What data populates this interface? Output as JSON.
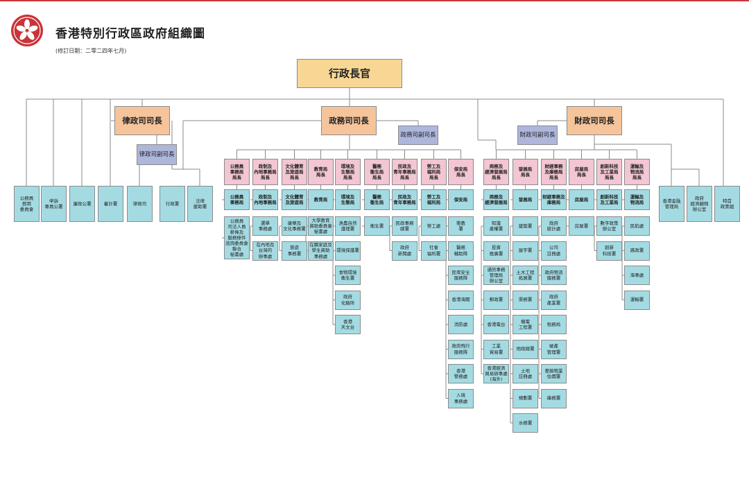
{
  "header": {
    "title": "香港特別行政區政府組織圖",
    "subtitle": "(修訂日期：二零二四年七月)"
  },
  "emblem": {
    "name": "hksar-regional-emblem",
    "color": "#c9343a"
  },
  "colors": {
    "ceo": "#f8d694",
    "secretary": "#f6c49a",
    "deputy": "#aeb6dc",
    "bureau": "#f2c6d3",
    "department": "#a4dbe3",
    "line": "#8a8a8a",
    "accent": "#c9343a"
  },
  "chart": {
    "ceo": "行政長官",
    "secretaries": {
      "sj": "律政司司長",
      "cs": "政務司司長",
      "fs": "財政司司長",
      "dsj": "律政司副司長",
      "dcs": "政務司副司長",
      "dfs": "財政司副司長"
    },
    "ceo_direct": {
      "left": [
        "公務員\n敘用\n委員會",
        "申訴\n專員公署",
        "廉政公署",
        "審計署"
      ],
      "right": [
        "香港金融\n管理局",
        "政府\n經濟顧問\n辦公室",
        "特首\n政策組"
      ]
    },
    "sj_depts": [
      "律政司",
      "行政署",
      "法律\n援助署"
    ],
    "bureaus": [
      "公務員\n事務局\n局長",
      "政制及\n內地事務局\n局長",
      "文化體育\n及旅遊局\n局長",
      "教育局\n局長",
      "環境及\n生態局\n局長",
      "醫務\n衞生局\n局長",
      "民政及\n青年事務局\n局長",
      "勞工及\n福利局\n局長",
      "保安局\n局長",
      "商務及\n經濟發展局\n局長",
      "發展局\n局長",
      "財經事務\n及庫務局\n局長",
      "房屋局\n局長",
      "創新科技\n及工業局\n局長",
      "運輸及\n物流局\n局長"
    ],
    "bureau_offices": [
      "公務員\n事務局",
      "政制及\n內地事務局",
      "文化體育\n及旅遊局",
      "教育局",
      "環境及\n生態局",
      "醫務\n衞生局",
      "民政及\n青年事務局",
      "勞工及\n福利局",
      "保安局",
      "商務及\n經濟發展局",
      "發展局",
      "財經事務及\n庫務局",
      "房屋局",
      "創新科技\n及工業局",
      "運輸及\n物流局"
    ],
    "departments": [
      [
        "公務員\n司法人員\n薪俸及\n服務條件\n諮詢委員會\n聯合\n秘書處"
      ],
      [
        "選舉\n事務處",
        "在內地及\n台灣的\n辦事處"
      ],
      [
        "康樂及\n文化事務署",
        "旅遊\n事務署"
      ],
      [
        "大學教育\n資助委員會\n秘書處",
        "在職家庭及\n學生資助\n事務處"
      ],
      [
        "漁農自然\n護理署",
        "環境保護署",
        "食物環境\n衞生署",
        "政府\n化驗所",
        "香港\n天文台"
      ],
      [
        "衞生署"
      ],
      [
        "民政事務\n總署",
        "政府\n新聞處"
      ],
      [
        "勞工處",
        "社會\n福利署"
      ],
      [
        "懲教\n署",
        "醫務\n輔助隊",
        "民眾安全\n服務隊",
        "香港海關",
        "消防處",
        "政府飛行\n服務隊",
        "香港\n警務處",
        "入境\n事務處"
      ],
      [
        "知識\n產權署",
        "投資\n推廣署",
        "通訊事務\n管理局\n辦公室",
        "郵政署",
        "香港電台",
        "工業\n貿易署",
        "香港經濟\n貿易辦事處\n(海外)"
      ],
      [
        "建築署",
        "屋宇署",
        "土木工程\n拓展署",
        "渠務署",
        "機電\n工程署",
        "地政總署",
        "土地\n註冊處",
        "規劃署",
        "水務署"
      ],
      [
        "政府\n統計處",
        "公司\n註冊處",
        "政府物流\n服務署",
        "政府\n產業署",
        "稅務局",
        "破產\n管理署",
        "差餉物業\n估價署",
        "庫務署"
      ],
      [
        "房屋署"
      ],
      [
        "數字政策\n辦公室",
        "創新\n科技署"
      ],
      [
        "民航處",
        "路政署",
        "海事處",
        "運輸署"
      ]
    ]
  }
}
